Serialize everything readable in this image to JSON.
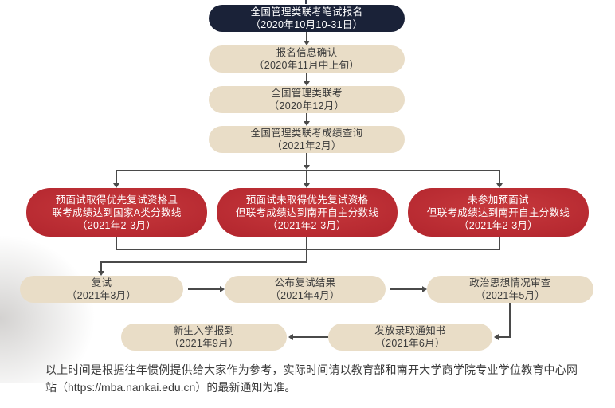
{
  "flow": {
    "nodes": {
      "apply": {
        "line1": "全国管理类联考笔试报名",
        "line2": "（2020年10月10-31日）"
      },
      "confirm": {
        "line1": "报名信息确认",
        "line2": "（2020年11月中上旬）"
      },
      "exam": {
        "line1": "全国管理类联考",
        "line2": "（2020年12月）"
      },
      "score": {
        "line1": "全国管理类联考成绩查询",
        "line2": "（2021年2月）"
      },
      "branch_a": {
        "line1": "预面试取得优先复试资格且",
        "line2": "联考成绩达到国家A类分数线",
        "line3": "（2021年2-3月）"
      },
      "branch_b": {
        "line1": "预面试未取得优先复试资格",
        "line2": "但联考成绩达到南开自主分数线",
        "line3": "（2021年2-3月）"
      },
      "branch_c": {
        "line1": "未参加预面试",
        "line2": "但联考成绩达到南开自主分数线",
        "line3": "（2021年2-3月）"
      },
      "retest": {
        "line1": "复试",
        "line2": "（2021年3月）"
      },
      "result": {
        "line1": "公布复试结果",
        "line2": "（2021年4月）"
      },
      "political": {
        "line1": "政治思想情况审查",
        "line2": "（2021年5月）"
      },
      "notice": {
        "line1": "发放录取通知书",
        "line2": "（2021年6月）"
      },
      "enroll": {
        "line1": "新生入学报到",
        "line2": "（2021年9月）"
      }
    },
    "footnote": "以上时间是根据往年惯例提供给大家作为参考，实际时间请以教育部和南开大学商学院专业学位教育中心网站（https://mba.nankai.edu.cn）的最新通知为准。"
  },
  "colors": {
    "navy": "#1a2238",
    "beige": "#e9ddc7",
    "red_dark": "#991420",
    "red_light": "#c7393d",
    "arrow": "#4a4a4a",
    "text_dark": "#3c3c3c"
  }
}
